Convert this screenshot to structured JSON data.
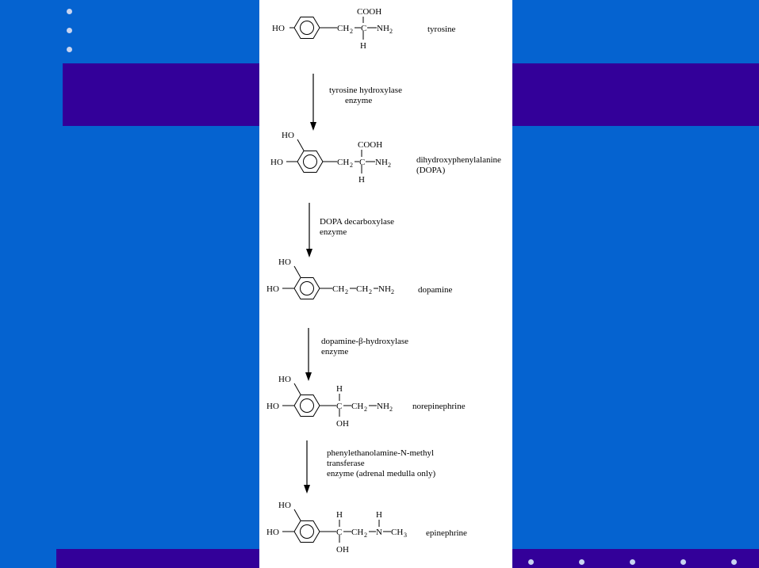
{
  "colors": {
    "background": "#0563d0",
    "band": "#330099",
    "panel": "#ffffff",
    "dots": "#c8d4f0"
  },
  "pathway": {
    "tyrosine": {
      "name": "tyrosine",
      "ho": "HO",
      "ch2": "CH",
      "sub2": "2",
      "cooh": "COOH",
      "nh2": "NH",
      "h": "H",
      "c": "C"
    },
    "step1": {
      "enzyme": "tyrosine hydroxylase",
      "enzyme2": "enzyme"
    },
    "dopa": {
      "name": "dihydroxyphenylalanine",
      "name2": "(DOPA)",
      "ho1": "HO",
      "ho2": "HO",
      "ch2": "CH",
      "cooh": "COOH",
      "nh2": "NH",
      "h": "H",
      "c": "C"
    },
    "step2": {
      "enzyme": "DOPA decarboxylase",
      "enzyme2": "enzyme"
    },
    "dopamine": {
      "name": "dopamine",
      "ho1": "HO",
      "ho2": "HO",
      "ch2a": "CH",
      "ch2b": "CH",
      "nh2": "NH"
    },
    "step3": {
      "enzyme": "dopamine-β-hydroxylase",
      "enzyme2": "enzyme"
    },
    "norepinephrine": {
      "name": "norepinephrine",
      "ho1": "HO",
      "ho2": "HO",
      "h": "H",
      "c": "C",
      "oh": "OH",
      "ch2": "CH",
      "nh2": "NH"
    },
    "step4": {
      "enzyme": "phenylethanolamine-N-methyl",
      "enzyme2": "transferase",
      "enzyme3": "enzyme (adrenal medulla only)"
    },
    "epinephrine": {
      "name": "epinephrine",
      "ho1": "HO",
      "ho2": "HO",
      "h1": "H",
      "c": "C",
      "oh": "OH",
      "ch2": "CH",
      "n": "N",
      "h2": "H",
      "ch3": "CH"
    }
  },
  "subscripts": {
    "two": "2",
    "three": "3"
  }
}
